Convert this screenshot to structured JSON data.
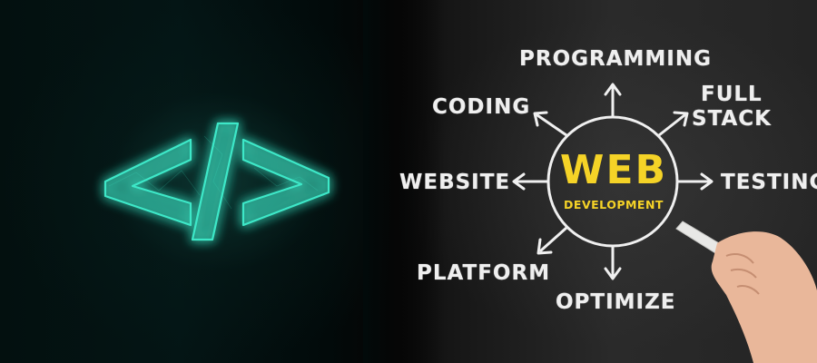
{
  "colors": {
    "code_glow": "#3ee8c8",
    "chalk": "#efefef",
    "center_text": "#f5d327",
    "background_left": "#03100f",
    "background_right": "#242424"
  },
  "left_panel": {
    "icon": "code-brackets-icon"
  },
  "mind_map": {
    "center_title": "WEB",
    "center_subtitle": "DEVELOPMENT",
    "branches": {
      "top": "PROGRAMMING",
      "top_left": "CODING",
      "top_right_line1": "FULL",
      "top_right_line2": "STACK",
      "left": "WEBSITE",
      "right": "TESTING",
      "bottom_left": "PLATFORM",
      "bottom": "OPTIMIZE"
    }
  }
}
